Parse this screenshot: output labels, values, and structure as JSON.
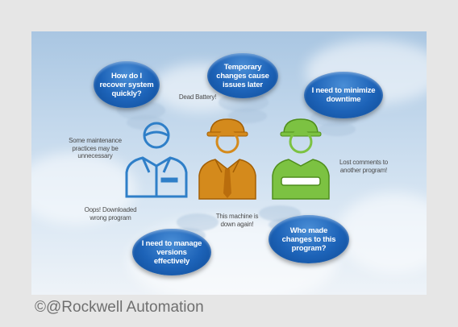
{
  "bubbles": {
    "recover": "How do I recover system quickly?",
    "temporary": "Temporary changes cause issues later",
    "minimize": "I need to minimize downtime",
    "who_changed": "Who made changes to this program?",
    "versions": "I need to manage versions effectively"
  },
  "notes": {
    "dead_battery": "Dead Battery!",
    "maintenance": "Some maintenance practices may be unnecessary",
    "lost_comments": "Lost comments to another program!",
    "oops": "Oops! Downloaded wrong program",
    "machine_down": "This machine is down again!"
  },
  "figures": [
    {
      "role": "engineer",
      "color": "#2f7fc8"
    },
    {
      "role": "technician",
      "color": "#d48a1c"
    },
    {
      "role": "maintenance",
      "color": "#7cc242"
    }
  ],
  "credit": "©@Rockwell Automation"
}
